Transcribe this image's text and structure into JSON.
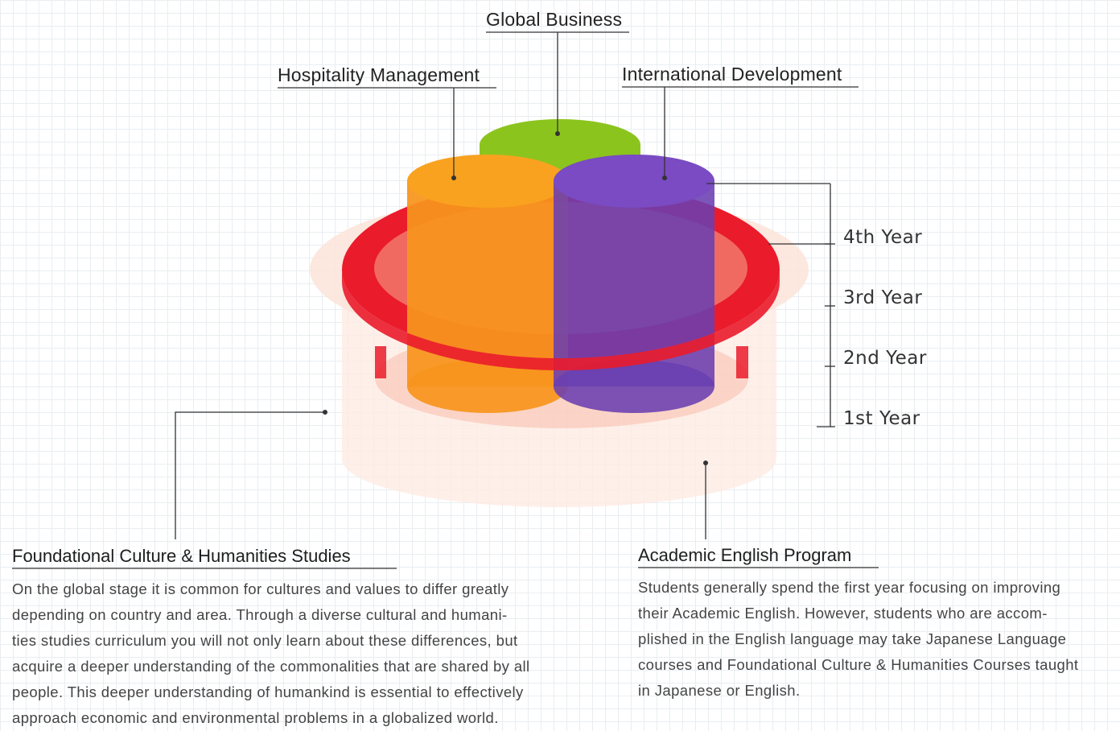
{
  "top_labels": {
    "global_business": "Global Business",
    "hospitality": "Hospitality Management",
    "international": "International Development"
  },
  "years": [
    "4th Year",
    "3rd Year",
    "2nd Year",
    "1st Year"
  ],
  "foundational": {
    "title": "Foundational Culture & Humanities Studies",
    "lines": [
      "On the global stage it is common for cultures and values to differ greatly",
      "depending on country and area. Through a diverse cultural and humani-",
      "ties studies curriculum you will not only learn about these differences, but",
      "acquire a deeper understanding of the commonalities that are shared by all",
      "people. This deeper understanding of humankind is essential to effectively",
      "approach economic and environmental problems in a globalized world."
    ]
  },
  "academic_english": {
    "title": "Academic English Program",
    "lines": [
      "Students generally spend the first year focusing on improving",
      "their Academic English. However, students who are accom-",
      "plished in the English language may take Japanese Language",
      "courses and Foundational Culture & Humanities Courses taught",
      "in Japanese or English."
    ]
  },
  "colors": {
    "global_business": "#8cc41e",
    "hospitality": "#f7941d",
    "international": "#6a3fb0",
    "red_ring": "#ea1b2b",
    "outer_ring": "#fbdccf"
  }
}
